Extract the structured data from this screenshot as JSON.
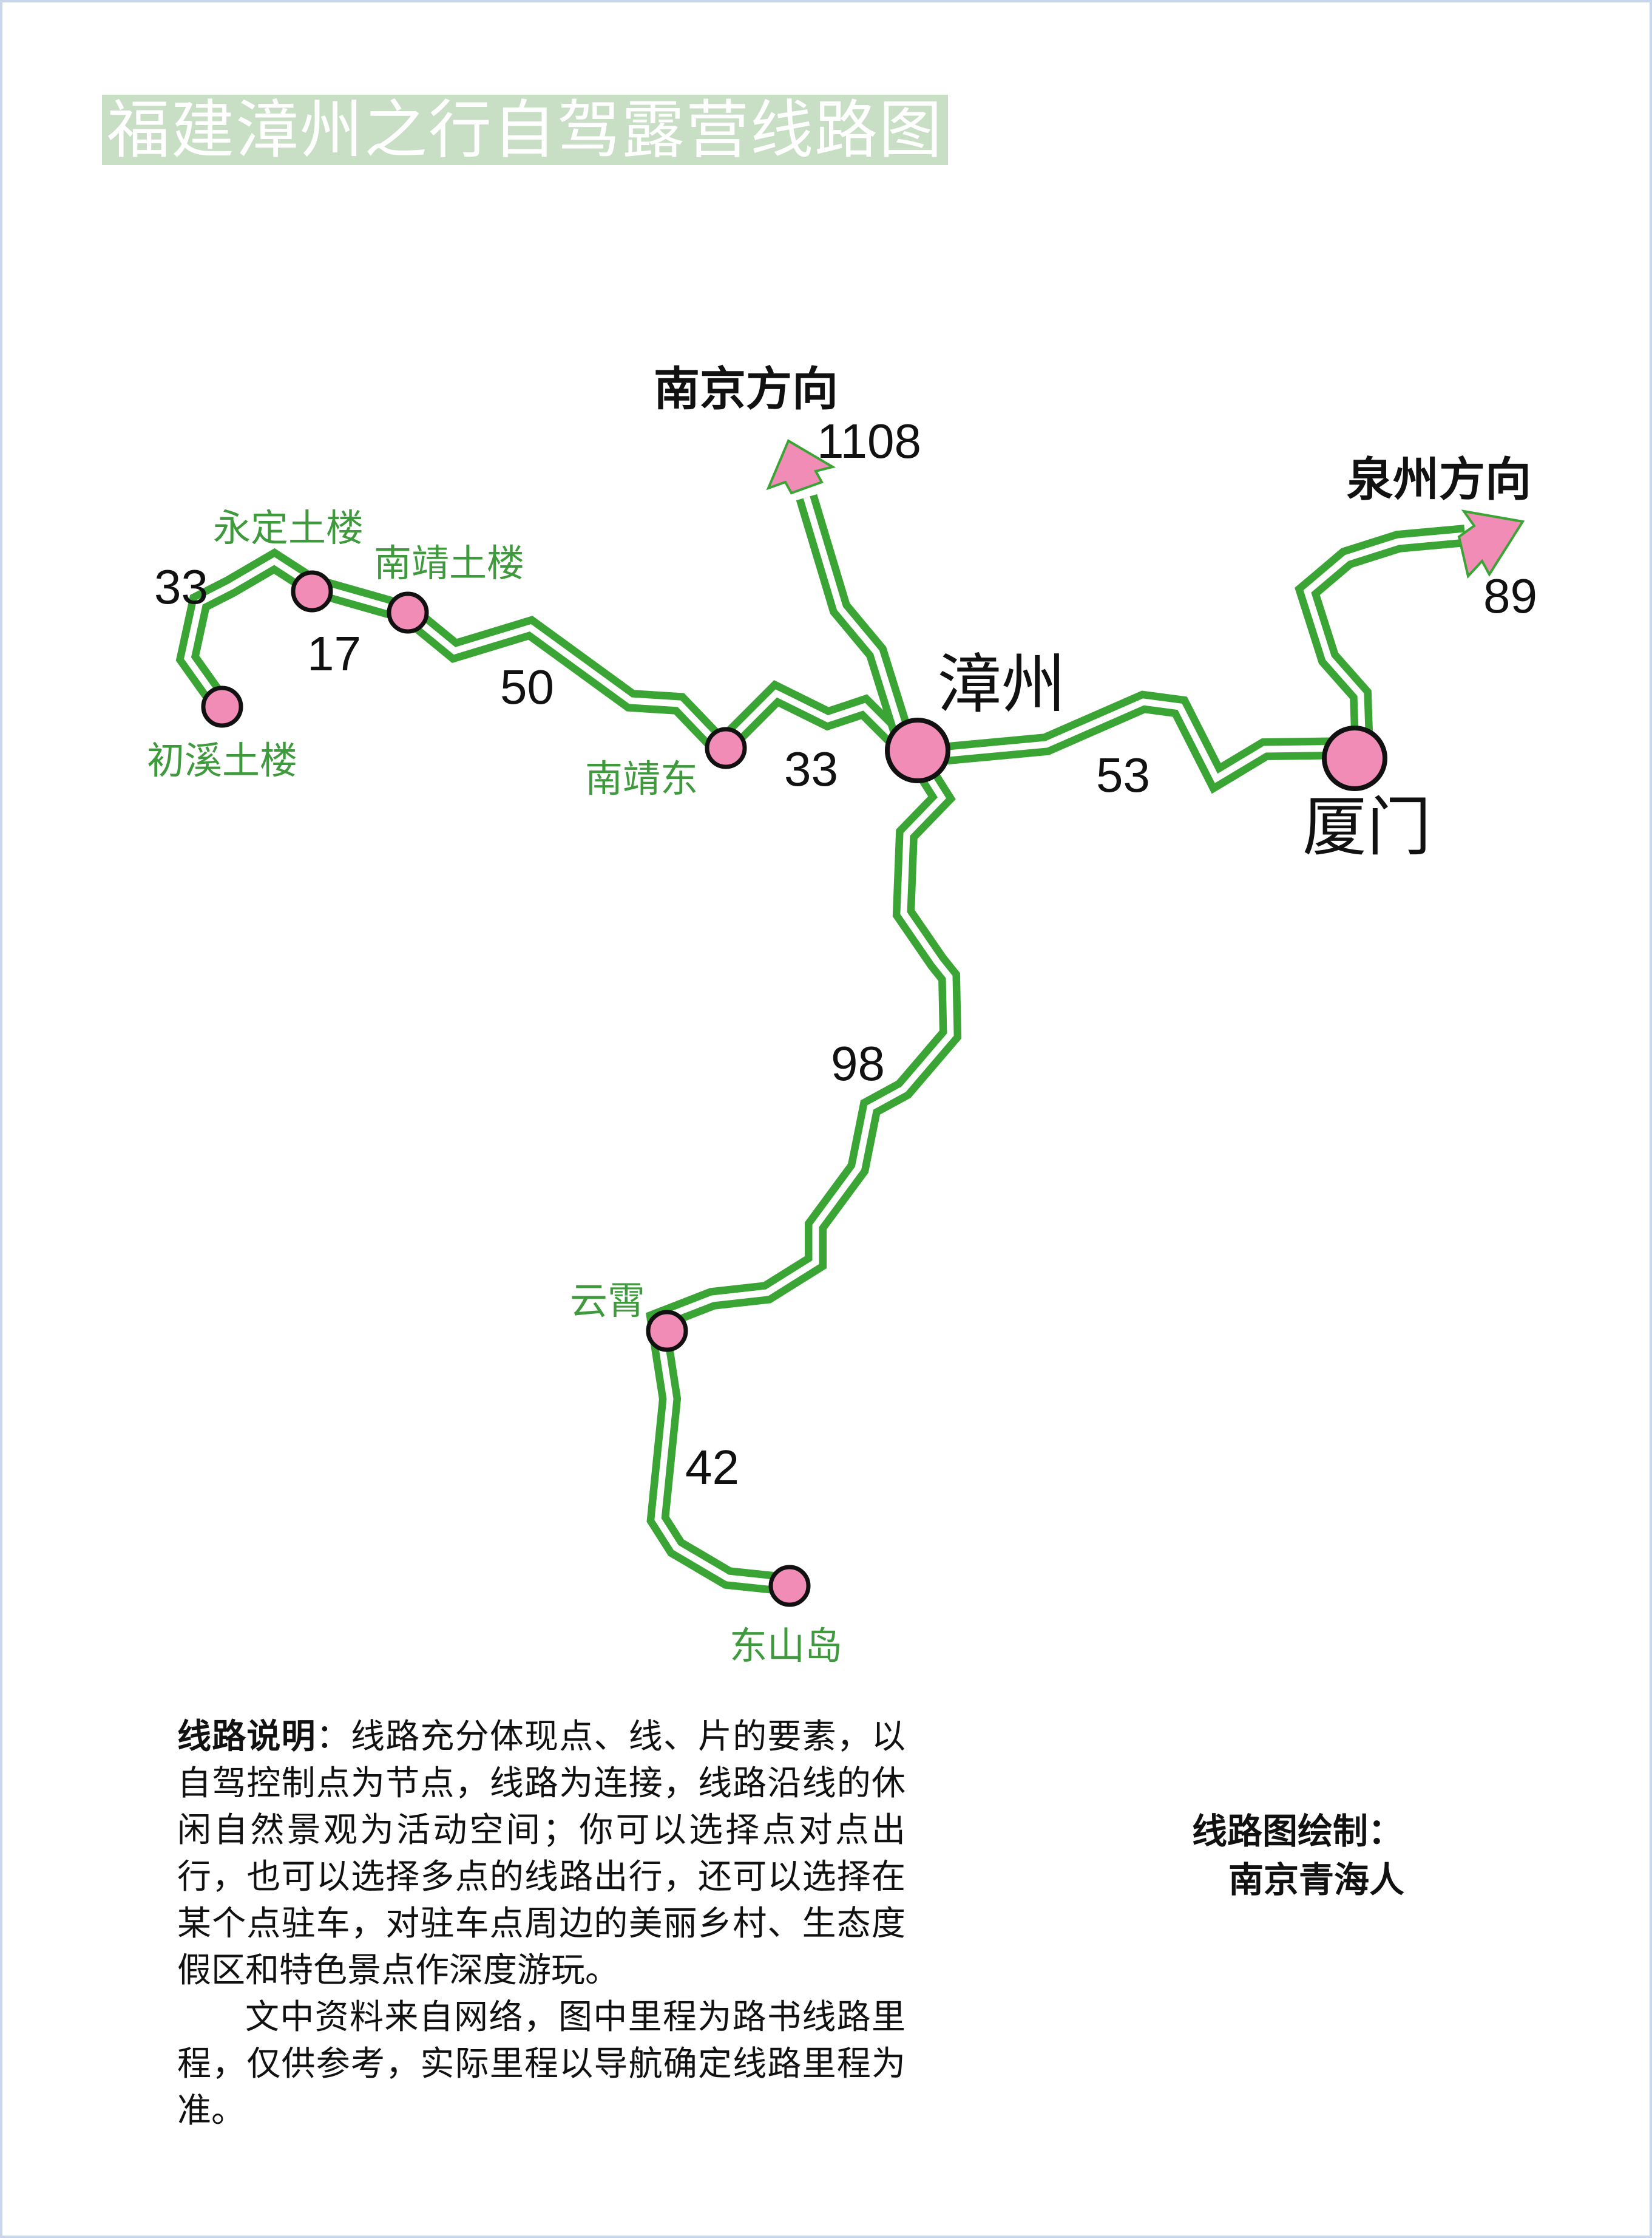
{
  "title": "福建漳州之行自驾露营线路图",
  "colors": {
    "route": "#3aa535",
    "node": "#f08cb6",
    "arrow": "#f08cb6",
    "green_label": "#3f9a3d",
    "title_bg": "#c8dfc6"
  },
  "directions": {
    "nanjing": {
      "label": "南京方向",
      "distance": "1108"
    },
    "quanzhou": {
      "label": "泉州方向",
      "distance": "89"
    }
  },
  "places": {
    "zhangzhou": "漳州",
    "xiamen": "厦门",
    "yongding": "永定土楼",
    "nanjing_tulou": "南靖土楼",
    "chuxi": "初溪土楼",
    "nanjing_east": "南靖东",
    "yunxiao": "云霄",
    "dongshan": "东山岛"
  },
  "distances": {
    "chuxi_yongding": "33",
    "yongding_nanjing_tulou": "17",
    "nanjing_tulou_nanjing_east": "50",
    "nanjing_east_zhangzhou": "33",
    "zhangzhou_xiamen": "53",
    "zhangzhou_yunxiao": "98",
    "yunxiao_dongshan": "42"
  },
  "description": {
    "lead": "线路说明",
    "body": "：线路充分体现点、线、片的要素，以自驾控制点为节点，线路为连接，线路沿线的休闲自然景观为活动空间；你可以选择点对点出行，也可以选择多点的线路出行，还可以选择在某个点驻车，对驻车点周边的美丽乡村、生态度假区和特色景点作深度游玩。",
    "note": "文中资料来自网络，图中里程为路书线路里程，仅供参考，实际里程以导航确定线路里程为准。"
  },
  "credit": {
    "label": "线路图绘制：",
    "name": "南京青海人"
  }
}
